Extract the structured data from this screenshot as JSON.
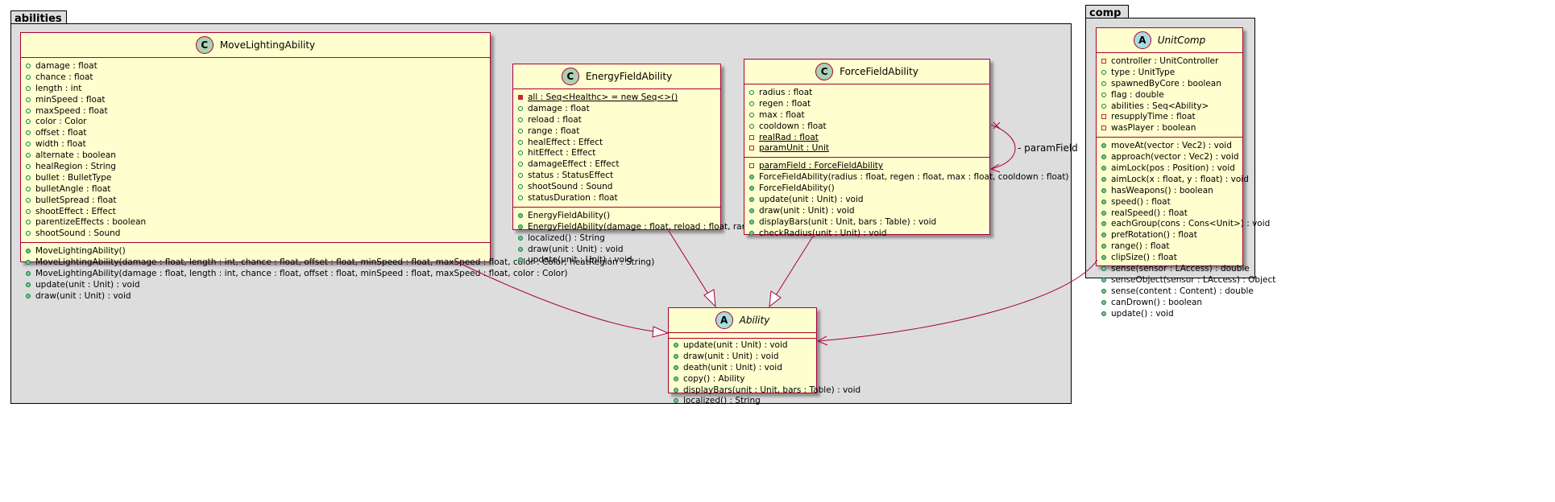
{
  "packages": {
    "abilities": {
      "name": "abilities"
    },
    "comp": {
      "name": "comp"
    }
  },
  "classes": {
    "MoveLightingAbility": {
      "name": "MoveLightingAbility",
      "stereotype": "C",
      "fields": [
        "damage : float",
        "chance : float",
        "length : int",
        "minSpeed : float",
        "maxSpeed : float",
        "color : Color",
        "offset : float",
        "width : float",
        "alternate : boolean",
        "healRegion : String",
        "bullet : BulletType",
        "bulletAngle : float",
        "bulletSpread : float",
        "shootEffect : Effect",
        "parentizeEffects : boolean",
        "shootSound : Sound"
      ],
      "methods": [
        "MoveLightingAbility()",
        "MoveLightingAbility(damage : float, length : int, chance : float, offset : float, minSpeed : float, maxSpeed : float, color : Color, heatRegion : String)",
        "MoveLightingAbility(damage : float, length : int, chance : float, offset : float, minSpeed : float, maxSpeed : float, color : Color)",
        "update(unit : Unit) : void",
        "draw(unit : Unit) : void"
      ]
    },
    "EnergyFieldAbility": {
      "name": "EnergyFieldAbility",
      "stereotype": "C",
      "fields": [
        "all : Seq<Healthc> = new Seq<>()",
        "damage : float",
        "reload : float",
        "range : float",
        "healEffect : Effect",
        "hitEffect : Effect",
        "damageEffect : Effect",
        "status : StatusEffect",
        "shootSound : Sound",
        "statusDuration : float"
      ],
      "methods": [
        "EnergyFieldAbility()",
        "EnergyFieldAbility(damage : float, reload : float, range : float)",
        "localized() : String",
        "draw(unit : Unit) : void",
        "update(unit : Unit) : void"
      ]
    },
    "ForceFieldAbility": {
      "name": "ForceFieldAbility",
      "stereotype": "C",
      "fields": [
        "radius : float",
        "regen : float",
        "max : float",
        "cooldown : float",
        "realRad : float",
        "paramUnit : Unit"
      ],
      "methods": [
        "paramField : ForceFieldAbility",
        "ForceFieldAbility(radius : float, regen : float, max : float, cooldown : float)",
        "ForceFieldAbility()",
        "update(unit : Unit) : void",
        "draw(unit : Unit) : void",
        "displayBars(unit : Unit, bars : Table) : void",
        "checkRadius(unit : Unit) : void"
      ]
    },
    "Ability": {
      "name": "Ability",
      "stereotype": "A",
      "methods": [
        "update(unit : Unit) : void",
        "draw(unit : Unit) : void",
        "death(unit : Unit) : void",
        "copy() : Ability",
        "displayBars(unit : Unit, bars : Table) : void",
        "localized() : String"
      ]
    },
    "UnitComp": {
      "name": "UnitComp",
      "stereotype": "A",
      "fields": [
        "controller : UnitController",
        "type : UnitType",
        "spawnedByCore : boolean",
        "flag : double",
        "abilities : Seq<Ability>",
        "resupplyTime : float",
        "wasPlayer : boolean"
      ],
      "methods": [
        "moveAt(vector : Vec2) : void",
        "approach(vector : Vec2) : void",
        "aimLock(pos : Position) : void",
        "aimLock(x : float, y : float) : void",
        "hasWeapons() : boolean",
        "speed() : float",
        "realSpeed() : float",
        "eachGroup(cons : Cons<Unit>) : void",
        "prefRotation() : float",
        "range() : float",
        "clipSize() : float",
        "sense(sensor : LAccess) : double",
        "senseObject(sensor : LAccess) : Object",
        "sense(content : Content) : double",
        "canDrown() : boolean",
        "update() : void"
      ]
    }
  },
  "association_label": "- paramField",
  "colors": {
    "border": "#a80036",
    "class_fill": "#fefece",
    "package_fill": "#dddddd"
  }
}
